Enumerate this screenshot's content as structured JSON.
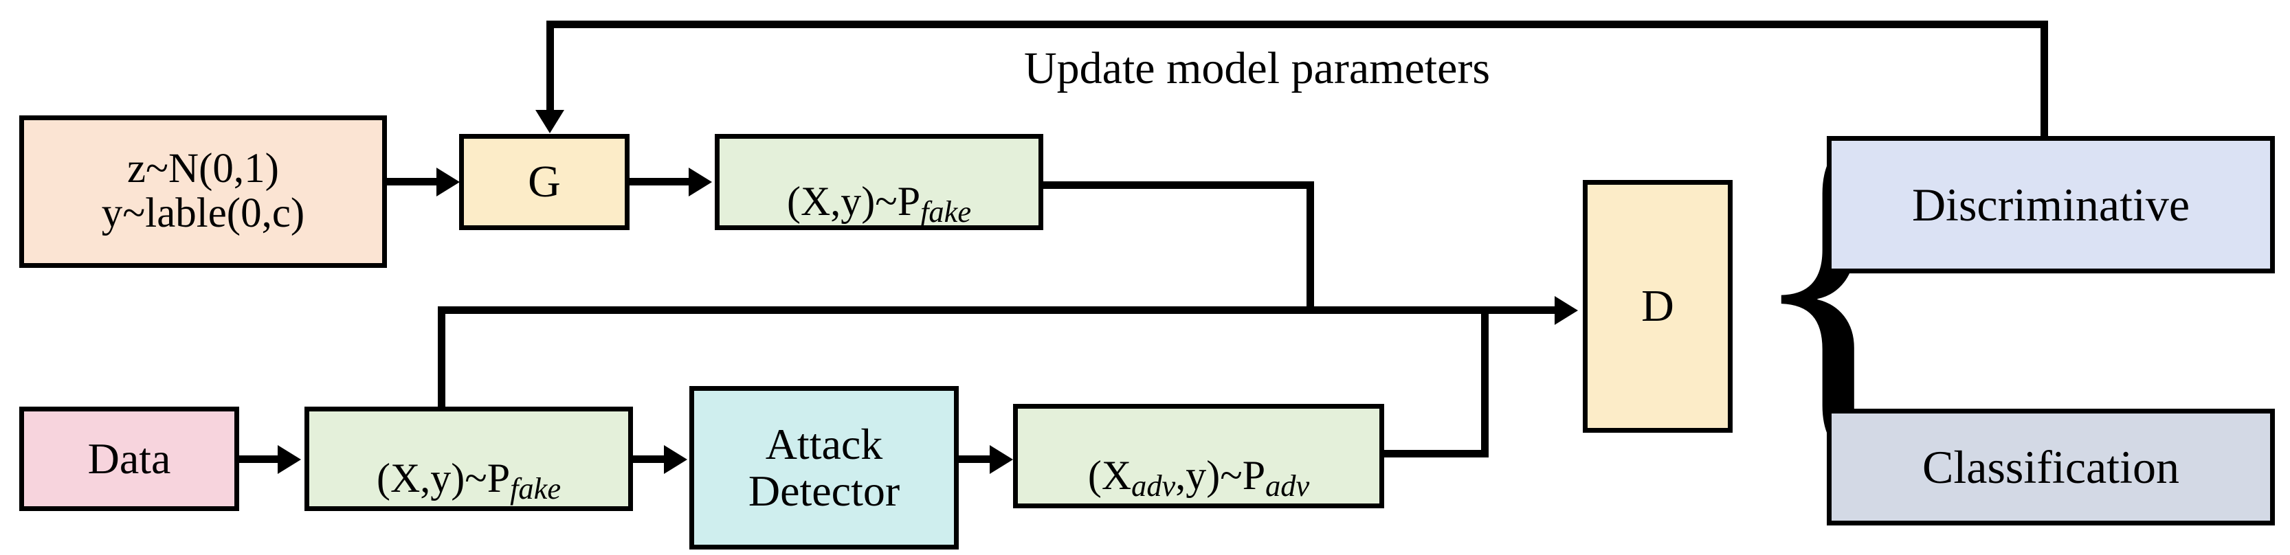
{
  "diagram": {
    "title_caption": "Update model parameters",
    "nodes": {
      "noise": {
        "label": "z~N(0,1)\ny~lable(0,c)",
        "color": "#fbe4d3"
      },
      "generator": {
        "label": "G",
        "color": "#fcecc8"
      },
      "fake_top": {
        "label": "(X,y)~P",
        "sub": "fake",
        "color": "#e4f0da"
      },
      "data": {
        "label": "Data",
        "color": "#f7d4dd"
      },
      "fake_bottom": {
        "label": "(X,y)~P",
        "sub": "fake",
        "color": "#e4f0da"
      },
      "attack_detector": {
        "label": "Attack\nDetector",
        "color": "#cfeeee"
      },
      "adv": {
        "label": "(X",
        "sub1": "adv",
        "mid": ",y)~P",
        "sub2": "adv",
        "color": "#e4f0da"
      },
      "discriminator": {
        "label": "D",
        "color": "#fcecc8"
      },
      "discriminative": {
        "label": "Discriminative",
        "color": "#dbe2f4"
      },
      "classification": {
        "label": "Classification",
        "color": "#d3d9e5"
      }
    },
    "brace": {
      "glyph": "{"
    },
    "colors": {
      "stroke": "#000000",
      "background": "#ffffff"
    }
  }
}
